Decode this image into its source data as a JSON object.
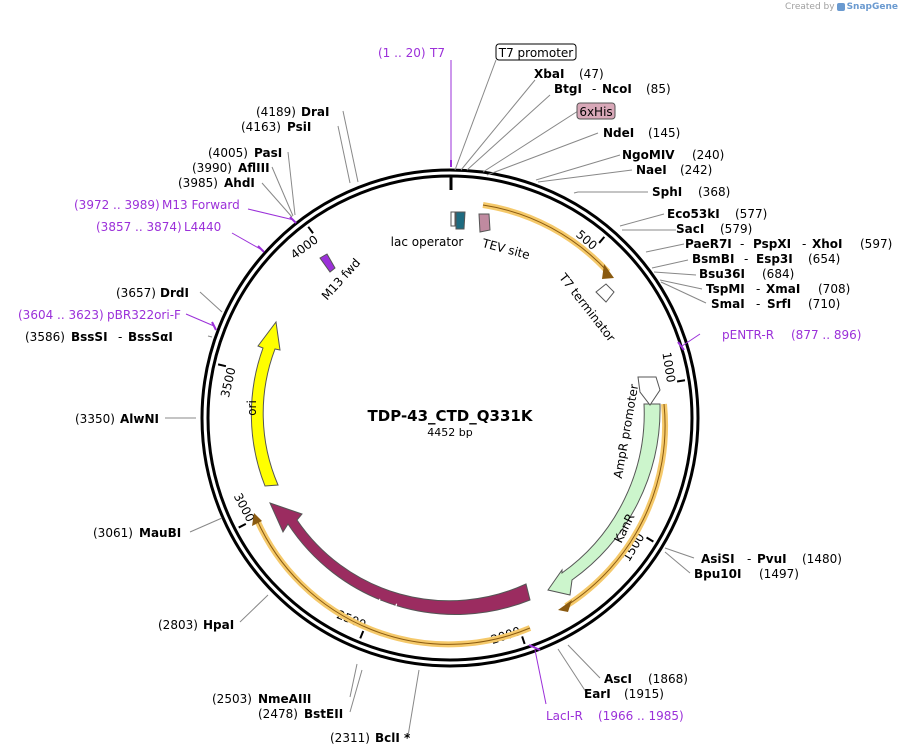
{
  "credit": {
    "created_by": "Created by",
    "brand": "SnapGene"
  },
  "plasmid": {
    "name": "TDP-43_CTD_Q331K",
    "length_label": "4452 bp",
    "length": 4452
  },
  "ticks": [
    {
      "bp": 500,
      "label": "500"
    },
    {
      "bp": 1000,
      "label": "1000"
    },
    {
      "bp": 1500,
      "label": "1500"
    },
    {
      "bp": 2000,
      "label": "2000"
    },
    {
      "bp": 2500,
      "label": "2500"
    },
    {
      "bp": 3000,
      "label": "3000"
    },
    {
      "bp": 3500,
      "label": "3500"
    },
    {
      "bp": 4000,
      "label": "4000"
    }
  ],
  "features": {
    "kanr": "KanR",
    "laci": "lacI",
    "ori": "ori",
    "tev_site": "TEV site",
    "lac_operator": "lac operator",
    "t7_terminator": "T7 terminator",
    "ampr_promoter": "AmpR promoter",
    "m13_fwd": "M13 fwd",
    "t7_promoter": "T7 promoter",
    "his_tag": "6xHis"
  },
  "colors": {
    "kanr": "#ccf5cc",
    "laci": "#9b2c60",
    "ori": "#ffff00",
    "orf": "#f5c96a",
    "primer": "#9b30d9",
    "tev": "#c08aa0",
    "lac_operator": "#1e6b80",
    "his_tag": "#d8a8b8"
  },
  "sites": {
    "xbai": {
      "name": "XbaI",
      "pos": "(47)"
    },
    "btgi_ncoi": {
      "name1": "BtgI",
      "sep": "-",
      "name2": "NcoI",
      "pos": "(85)"
    },
    "ndei": {
      "name": "NdeI",
      "pos": "(145)"
    },
    "ngomiv": {
      "name": "NgoMIV",
      "pos": "(240)"
    },
    "naei": {
      "name": "NaeI",
      "pos": "(242)"
    },
    "sphi": {
      "name": "SphI",
      "pos": "(368)"
    },
    "eco53ki": {
      "name": "Eco53kI",
      "pos": "(577)"
    },
    "saci": {
      "name": "SacI",
      "pos": "(579)"
    },
    "paer7i": {
      "name1": "PaeR7I",
      "sep1": "-",
      "name2": "PspXI",
      "sep2": "-",
      "name3": "XhoI",
      "pos": "(597)"
    },
    "bsmbi": {
      "name1": "BsmBI",
      "sep": "-",
      "name2": "Esp3I",
      "pos": "(654)"
    },
    "bsu36i": {
      "name": "Bsu36I",
      "pos": "(684)"
    },
    "tspmi": {
      "name1": "TspMI",
      "sep": "-",
      "name2": "XmaI",
      "pos": "(708)"
    },
    "smai": {
      "name1": "SmaI",
      "sep": "-",
      "name2": "SrfI",
      "pos": "(710)"
    },
    "asisi": {
      "name1": "AsiSI",
      "sep": "-",
      "name2": "PvuI",
      "pos": "(1480)"
    },
    "bpu10i": {
      "name": "Bpu10I",
      "pos": "(1497)"
    },
    "asci": {
      "name": "AscI",
      "pos": "(1868)"
    },
    "eari": {
      "name": "EarI",
      "pos": "(1915)"
    },
    "bcli": {
      "pos": "(2311)",
      "name": "BclI *"
    },
    "bsteii": {
      "pos": "(2478)",
      "name": "BstEII"
    },
    "nmeaiii": {
      "pos": "(2503)",
      "name": "NmeAIII"
    },
    "hpai": {
      "pos": "(2803)",
      "name": "HpaI"
    },
    "maubi": {
      "pos": "(3061)",
      "name": "MauBI"
    },
    "alwni": {
      "pos": "(3350)",
      "name": "AlwNI"
    },
    "bsssi": {
      "pos": "(3586)",
      "name1": "BssSI",
      "sep": "-",
      "name2": "BssSαI"
    },
    "drdi": {
      "pos": "(3657)",
      "name": "DrdI"
    },
    "ahdi": {
      "pos": "(3985)",
      "name": "AhdI"
    },
    "aflii": {
      "pos": "(3990)",
      "name": "AflIII"
    },
    "pasi": {
      "pos": "(4005)",
      "name": "PasI"
    },
    "psii": {
      "pos": "(4163)",
      "name": "PsiI"
    },
    "drai": {
      "pos": "(4189)",
      "name": "DraI"
    }
  },
  "primers": {
    "t7": {
      "pos": "(1 .. 20)",
      "name": "T7"
    },
    "pentr_r": {
      "name": "pENTR-R",
      "pos": "(877 .. 896)"
    },
    "laci_r": {
      "name": "LacI-R",
      "pos": "(1966 .. 1985)"
    },
    "pbr322": {
      "pos": "(3604 .. 3623)",
      "name": "pBR322ori-F"
    },
    "l4440": {
      "pos": "(3857 .. 3874)",
      "name": "L4440"
    },
    "m13_forward": {
      "pos": "(3972 .. 3989)",
      "name": "M13 Forward"
    }
  }
}
